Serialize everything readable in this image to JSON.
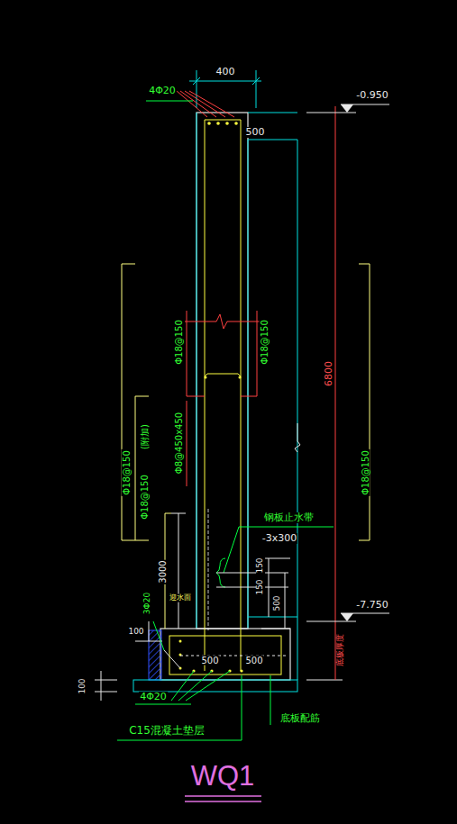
{
  "diagram": {
    "title": "WQ1",
    "labels": [
      "400",
      "4Φ20",
      "-0.950",
      "500",
      "Φ18@150",
      "Φ18@150",
      "Φ18@150",
      "Φ18@150",
      "(附加)",
      "Φ8@450x450",
      "Φ18@150",
      "6800",
      "钢板止水带",
      "-3x300",
      "150",
      "150",
      "500",
      "3000",
      "迎水面",
      "3Φ20",
      "100",
      "-7.750",
      "底板厚度",
      "500",
      "500",
      "4Φ20",
      "100",
      "C15混凝土垫层",
      "底板配筋"
    ]
  }
}
